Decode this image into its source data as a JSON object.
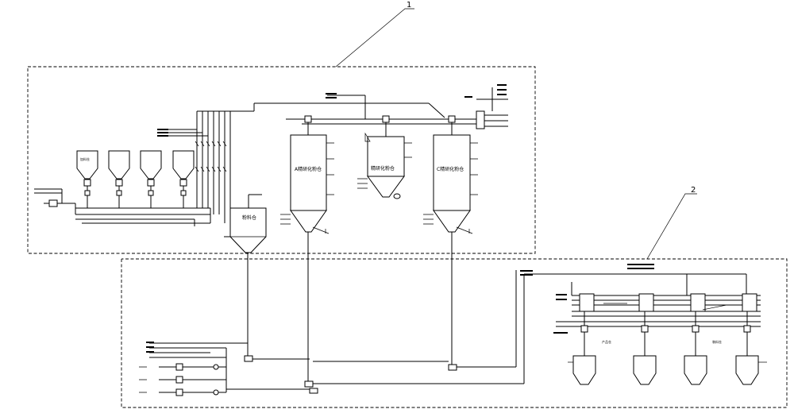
{
  "callouts": {
    "one": "1",
    "two": "2"
  },
  "vessels": {
    "small_silo": "粉料仓",
    "silo_a": "A精研化粉仓",
    "silo_b": "精研化粉仓",
    "silo_c": "C精研化粉仓"
  },
  "hoppers": {
    "main_hopper": "加料仓"
  },
  "area2": {
    "label_a": "产品仓",
    "label_b": "装料仓"
  }
}
